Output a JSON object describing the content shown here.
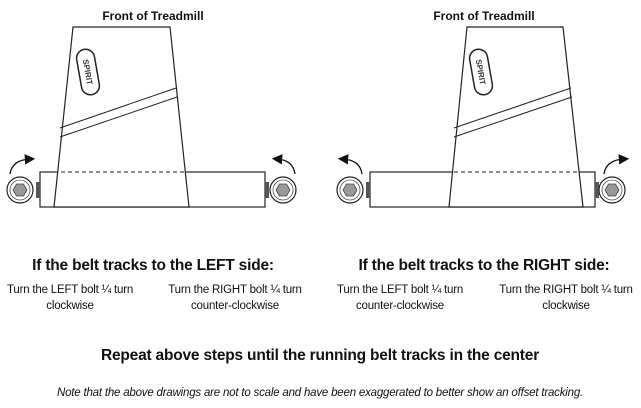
{
  "diagrams": [
    {
      "title": "Front of Treadmill",
      "logo": "SPIRIT",
      "left_arrow": "clockwise",
      "right_arrow": "counter-clockwise"
    },
    {
      "title": "Front of Treadmill",
      "logo": "SPIRIT",
      "left_arrow": "counter-clockwise",
      "right_arrow": "clockwise"
    }
  ],
  "cases": [
    {
      "heading": "If the belt tracks to the LEFT side:",
      "steps": [
        {
          "line1": "Turn the LEFT bolt ¼ turn",
          "line2": "clockwise"
        },
        {
          "line1": "Turn the RIGHT bolt ¼ turn",
          "line2": "counter-clockwise"
        }
      ]
    },
    {
      "heading": "If the belt tracks to the RIGHT side:",
      "steps": [
        {
          "line1": "Turn the LEFT bolt ¼ turn",
          "line2": "counter-clockwise"
        },
        {
          "line1": "Turn the RIGHT bolt ¼ turn",
          "line2": "clockwise"
        }
      ]
    }
  ],
  "repeat": "Repeat above steps until the running belt tracks in the center",
  "note": "Note that the above drawings are not to scale and have been exaggerated to better show an offset tracking."
}
